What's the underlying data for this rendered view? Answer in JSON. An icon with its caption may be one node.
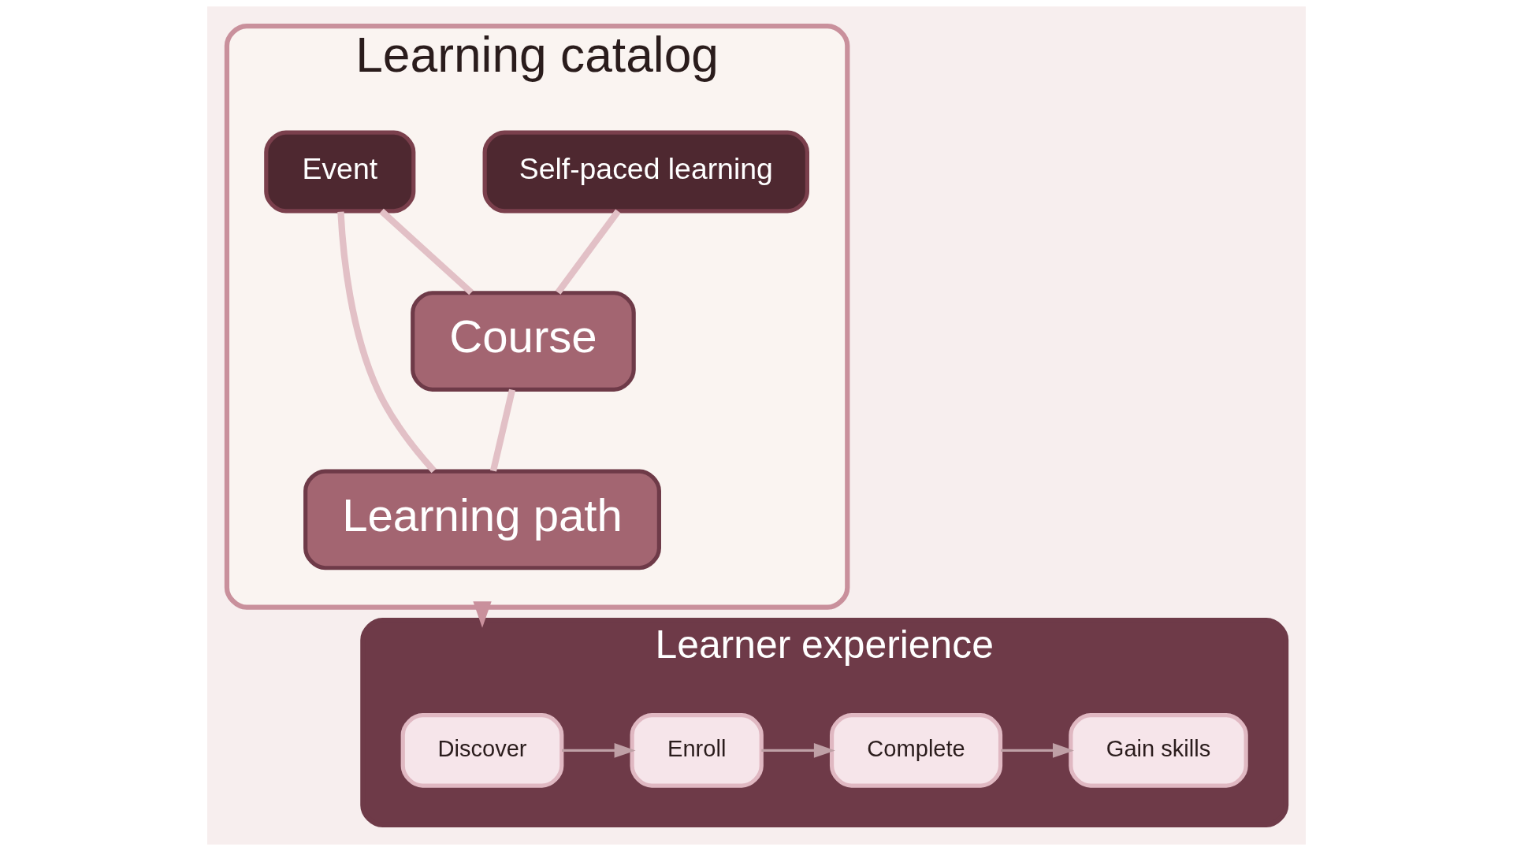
{
  "diagram": {
    "nodes": [
      {
        "text": [
          "Learning catalog"
        ]
      },
      {
        "text": [
          "Self-paced learning"
        ],
        "in": 0
      },
      {
        "text": [
          "Event"
        ],
        "in": 0
      },
      {
        "text": [
          "Course"
        ],
        "in": 0
      },
      {
        "text": [
          "Learning path"
        ],
        "in": 0
      },
      {
        "text": [
          "Learner experience"
        ]
      },
      {
        "text": [
          "Discover"
        ],
        "in": 5
      },
      {
        "text": [
          "Enroll"
        ],
        "in": 5
      },
      {
        "text": [
          "Complete"
        ],
        "in": 5
      },
      {
        "text": [
          "Gain skills"
        ],
        "in": 5
      }
    ],
    "edges": [
      {
        "from": 1,
        "to": 3,
        "arrow": "none"
      },
      {
        "from": 2,
        "to": 3,
        "arrow": "none"
      },
      {
        "from": 2,
        "to": 4,
        "arrow": "none"
      },
      {
        "from": 3,
        "to": 4,
        "arrow": "none"
      },
      {
        "from": 0,
        "to": 5,
        "arrow": "to"
      },
      {
        "from": 6,
        "to": 7,
        "arrow": "to"
      },
      {
        "from": 7,
        "to": 8,
        "arrow": "to"
      },
      {
        "from": 8,
        "to": 9,
        "arrow": "to"
      }
    ]
  }
}
